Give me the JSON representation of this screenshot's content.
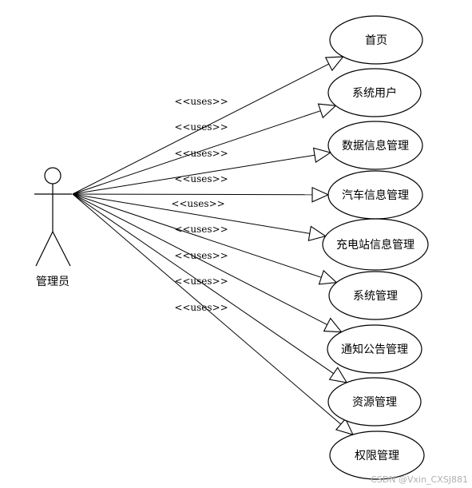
{
  "actor": {
    "name": "管理员"
  },
  "stereotype": "<<uses>>",
  "use_cases": [
    {
      "label": "首页"
    },
    {
      "label": "系统用户"
    },
    {
      "label": "数据信息管理"
    },
    {
      "label": "汽车信息管理"
    },
    {
      "label": "充电站信息管理"
    },
    {
      "label": "系统管理"
    },
    {
      "label": "通知公告管理"
    },
    {
      "label": "资源管理"
    },
    {
      "label": "权限管理"
    }
  ],
  "watermark": "CSDN @Vxin_CXSJ881"
}
